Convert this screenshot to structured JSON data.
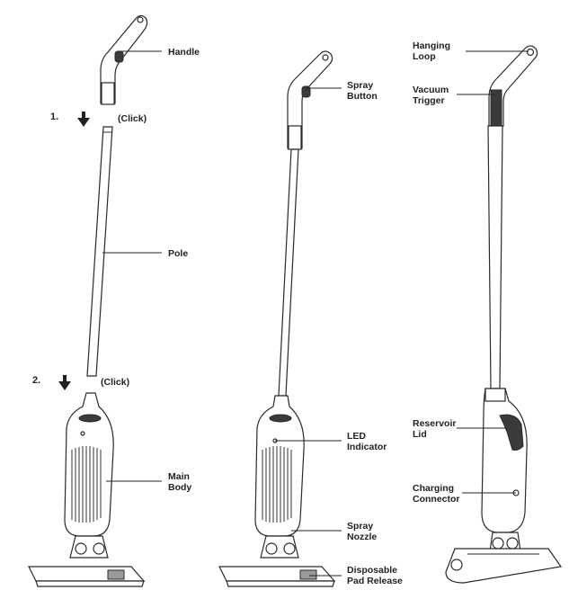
{
  "steps": {
    "step1": "1.",
    "step1_click": "(Click)",
    "step2": "2.",
    "step2_click": "(Click)"
  },
  "figure1": {
    "handle": "Handle",
    "pole": "Pole",
    "main_body_line1": "Main",
    "main_body_line2": "Body"
  },
  "figure2": {
    "spray_button_line1": "Spray",
    "spray_button_line2": "Button",
    "led_indicator_line1": "LED",
    "led_indicator_line2": "Indicator",
    "spray_nozzle_line1": "Spray",
    "spray_nozzle_line2": "Nozzle",
    "pad_release_line1": "Disposable",
    "pad_release_line2": "Pad Release"
  },
  "figure3": {
    "hanging_loop_line1": "Hanging",
    "hanging_loop_line2": "Loop",
    "vacuum_trigger_line1": "Vacuum",
    "vacuum_trigger_line2": "Trigger",
    "reservoir_lid_line1": "Reservoir",
    "reservoir_lid_line2": "Lid",
    "charging_connector_line1": "Charging",
    "charging_connector_line2": "Connector"
  },
  "colors": {
    "line": "#222222",
    "dark_part": "#3a3a3a",
    "grey_part": "#9a9a9a"
  }
}
